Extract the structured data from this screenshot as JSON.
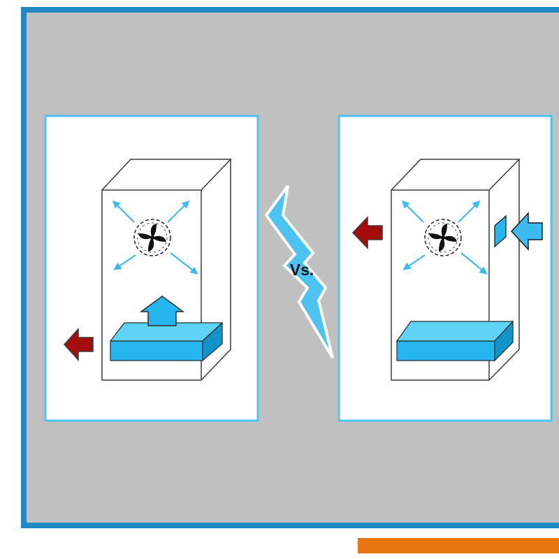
{
  "diagram": {
    "vs_label": "Vs.",
    "colors": {
      "page_background": "#ffffff",
      "frame_fill": "#c0c0c0",
      "frame_border": "#1f88c4",
      "panel_border": "#4cc3f0",
      "accent_bar": "#e8740f",
      "cabinet_outline": "#3a3a3a",
      "airflow_arrow": "#3bbbef",
      "block_fill": "#25b6ef",
      "block_top": "#5fd2f7",
      "block_side": "#1294c9",
      "exhaust_arrow": "#a50d0d",
      "bolt_fill": "#4cc3f0"
    },
    "panels": [
      {
        "name": "left",
        "icons": [
          "fan-icon",
          "airflow-arrows",
          "air-conditioner-unit",
          "up-arrow",
          "exhaust-arrow-left"
        ]
      },
      {
        "name": "right",
        "icons": [
          "fan-icon",
          "airflow-arrows",
          "intake-vent",
          "intake-arrow",
          "air-conditioner-unit",
          "exhaust-arrow-left"
        ]
      }
    ]
  }
}
